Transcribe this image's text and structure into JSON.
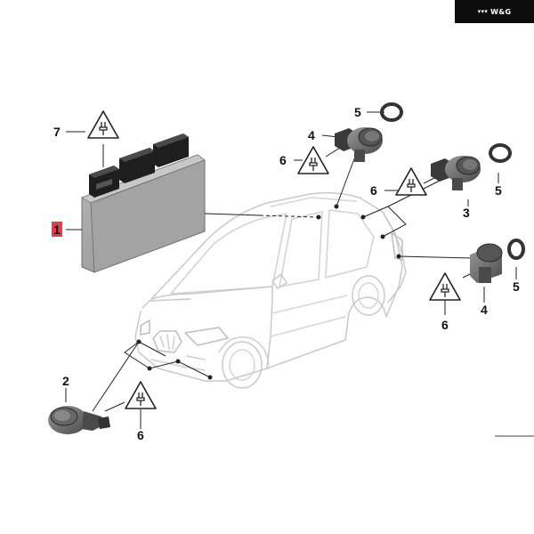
{
  "brand": {
    "name": "W&G",
    "mark": "▾▾▾"
  },
  "callouts": {
    "c1": "1",
    "c2": "2",
    "c3": "3",
    "c4a": "4",
    "c4b": "4",
    "c5a": "5",
    "c5b": "5",
    "c5c": "5",
    "c6a": "6",
    "c6b": "6",
    "c6c": "6",
    "c6d": "6",
    "c7": "7"
  },
  "colors": {
    "highlight": "#d9434f",
    "line": "#222222",
    "car": "#c8c8c8",
    "module": "#9a9a9a",
    "sensor": "#6f6f6f"
  }
}
